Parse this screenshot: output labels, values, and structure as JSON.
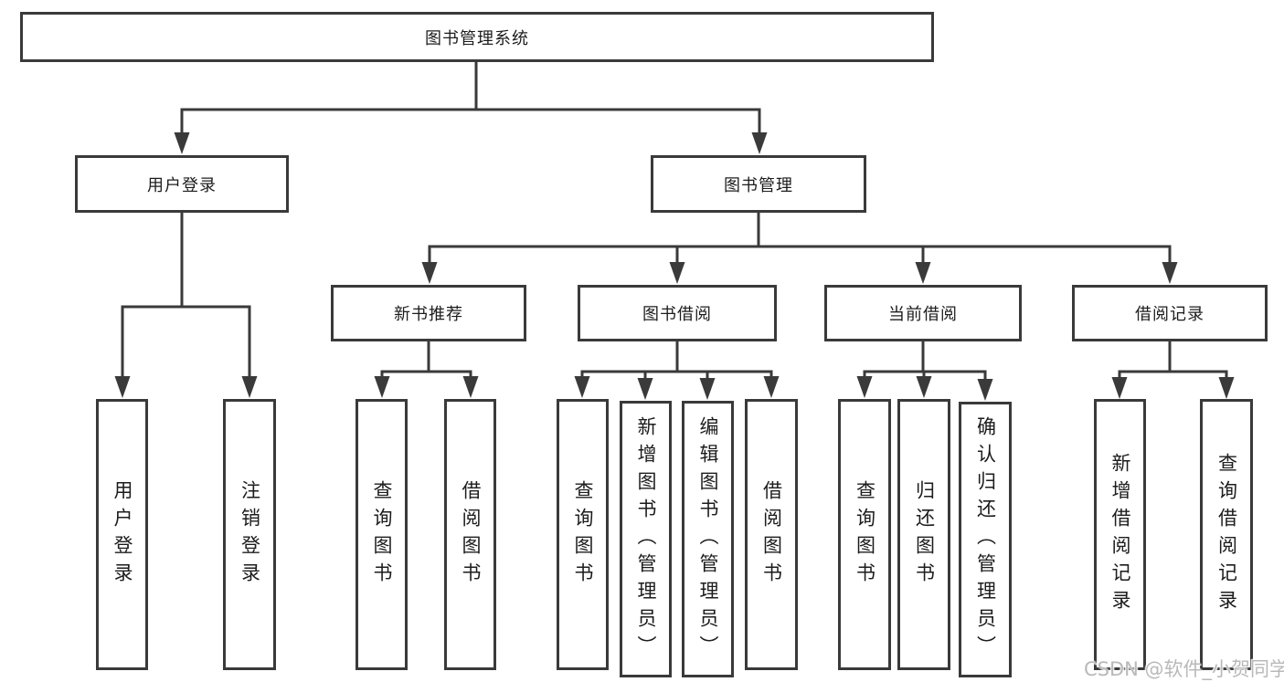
{
  "tree": {
    "label": "图书管理系统",
    "children": [
      {
        "label": "用户登录",
        "children": [
          {
            "label": "用户登录"
          },
          {
            "label": "注销登录"
          }
        ]
      },
      {
        "label": "图书管理",
        "children": [
          {
            "label": "新书推荐",
            "children": [
              {
                "label": "查询图书"
              },
              {
                "label": "借阅图书"
              }
            ]
          },
          {
            "label": "图书借阅",
            "children": [
              {
                "label": "查询图书"
              },
              {
                "label": "新增图书（管理员）"
              },
              {
                "label": "编辑图书（管理员）"
              },
              {
                "label": "借阅图书"
              }
            ]
          },
          {
            "label": "当前借阅",
            "children": [
              {
                "label": "查询图书"
              },
              {
                "label": "归还图书"
              },
              {
                "label": "确认归还（管理员）"
              }
            ]
          },
          {
            "label": "借阅记录",
            "children": [
              {
                "label": "新增借阅记录"
              },
              {
                "label": "查询借阅记录"
              }
            ]
          }
        ]
      }
    ]
  },
  "watermark": "CSDN @软件_小贺同学",
  "colors": {
    "line": "#3a3a3a",
    "text": "#1c1c1c",
    "box-bg": "#ffffff",
    "canvas-bg": "#ffffff",
    "watermark": "#b9b9b9"
  }
}
